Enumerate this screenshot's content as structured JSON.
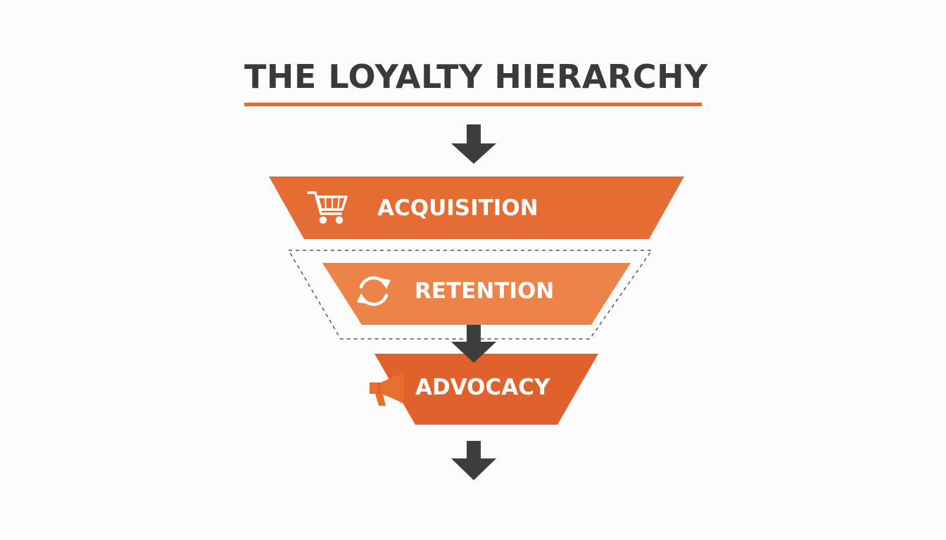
{
  "title": "THE LOYALTY HIERARCHY",
  "colors": {
    "accent": "#e26a32",
    "stage_acquisition": "#e56c33",
    "stage_retention": "#ec8449",
    "stage_advocacy": "#e0612c",
    "arrow": "#3d3d3d",
    "title_text": "#3a3a3a"
  },
  "stages": [
    {
      "label": "ACQUISITION",
      "icon": "shopping-cart-icon"
    },
    {
      "label": "RETENTION",
      "icon": "refresh-cycle-icon"
    },
    {
      "label": "ADVOCACY",
      "icon": "megaphone-icon"
    }
  ]
}
